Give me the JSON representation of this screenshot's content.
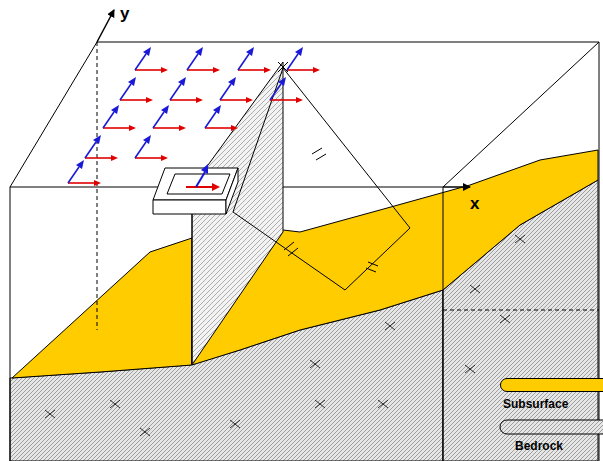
{
  "diagram": {
    "labels": [
      "y",
      "x"
    ],
    "legend": [
      {
        "text": "Subsurface",
        "color": "#ffcc00"
      },
      {
        "text": "Bedrock"
      }
    ]
  }
}
